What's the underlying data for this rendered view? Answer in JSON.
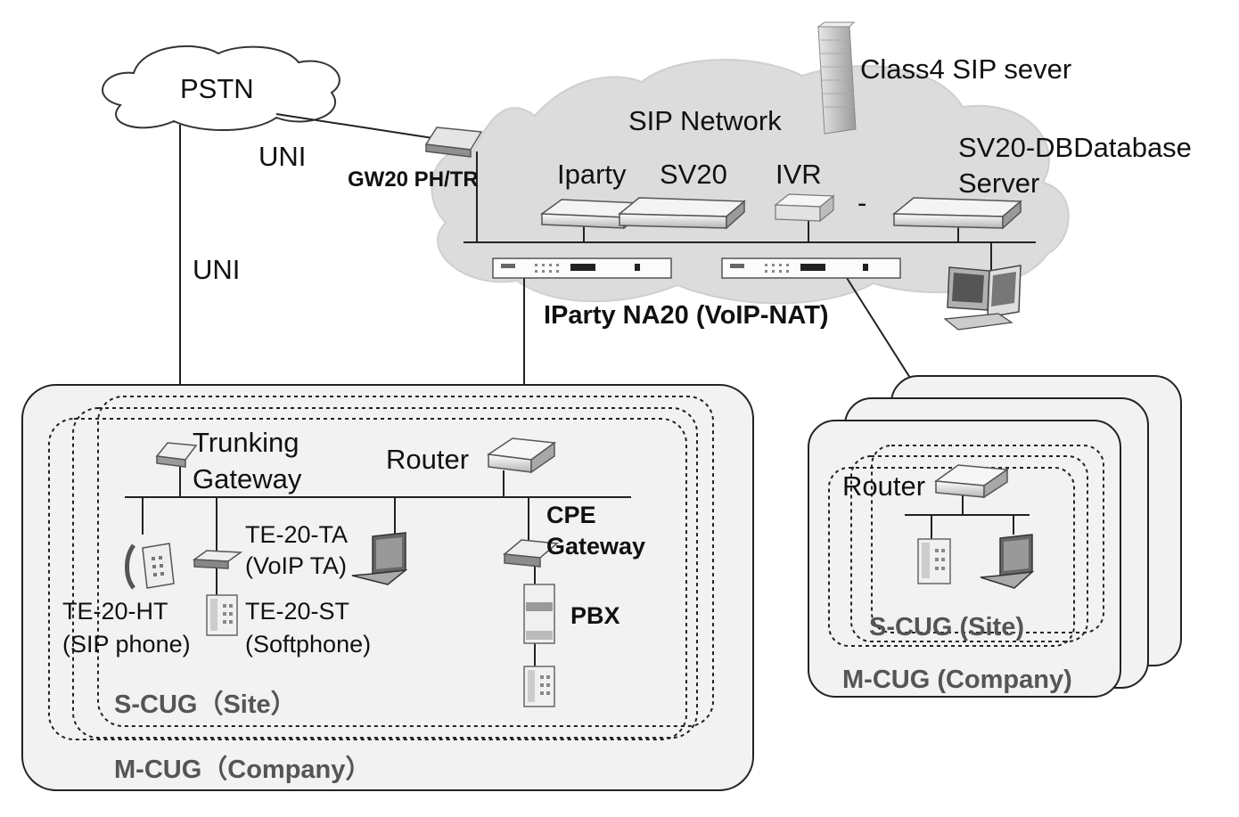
{
  "labels": {
    "pstn": "PSTN",
    "class4": "Class4 SIP sever",
    "sip_network": "SIP Network",
    "uni_top": "UNI",
    "uni_left": "UNI",
    "gw20": "GW20 PH/TR",
    "iparty": "Iparty",
    "sv20": "SV20",
    "ivr": "IVR",
    "dash": "-",
    "db_line1": "SV20-DBDatabase",
    "db_line2": "Server",
    "na20": "IParty NA20 (VoIP-NAT)",
    "trunk_line1": "Trunking",
    "trunk_line2": "Gateway",
    "router_left": "Router",
    "cpe_line1": "CPE",
    "cpe_line2": "Gateway",
    "tata_line1": "TE-20-TA",
    "tata_line2": "(VoIP TA)",
    "teht_line1": "TE-20-HT",
    "teht_line2": "(SIP phone)",
    "test_line1": "TE-20-ST",
    "test_line2": "(Softphone)",
    "pbx": "PBX",
    "scug_left": "S-CUG（Site）",
    "mcug_left": "M-CUG（Company）",
    "router_right": "Router",
    "scug_right": "S-CUG (Site)",
    "mcug_right": "M-CUG (Company)"
  },
  "icons": [
    "cloud-icon",
    "server-rack-icon",
    "gateway-device-icon",
    "rack-server-icon",
    "ivr-box-icon",
    "nat-switch-icon",
    "computer-icon",
    "router-icon",
    "phone-icon",
    "laptop-icon",
    "pbx-icon"
  ],
  "colors": {
    "line": "#222222",
    "panel": "#f2f2f2",
    "cloud": "#d9d9d9"
  }
}
